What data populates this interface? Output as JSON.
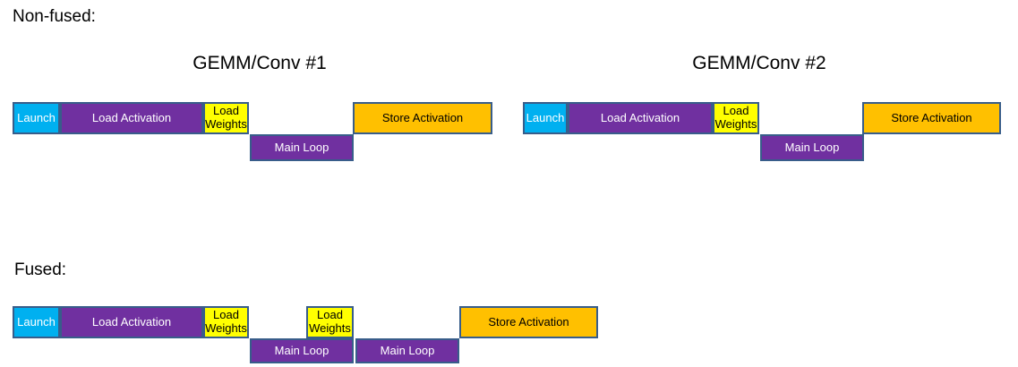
{
  "palette": {
    "launch_fill": "#00B0F0",
    "load_fill": "#7030A0",
    "weights_fill": "#FFFF00",
    "store_fill": "#FFC000",
    "outline": "#385D8A",
    "light_text": "#FFFFFF",
    "dark_text": "#000000"
  },
  "labels": {
    "launch": "Launch",
    "load_activation": "Load Activation",
    "load_weights": "Load Weights",
    "main_loop": "Main Loop",
    "store_activation": "Store Activation"
  },
  "sections": {
    "nonfused": {
      "heading": "Non-fused:",
      "groups": [
        {
          "title": "GEMM/Conv #1"
        },
        {
          "title": "GEMM/Conv #2"
        }
      ]
    },
    "fused": {
      "heading": "Fused:"
    }
  }
}
